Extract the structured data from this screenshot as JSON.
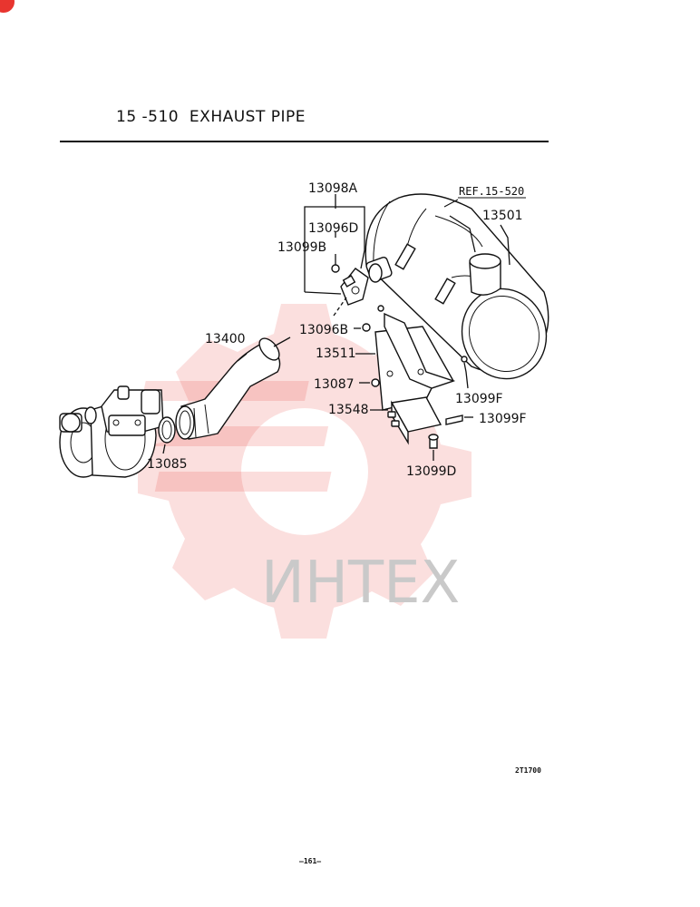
{
  "header": {
    "title": "15 -510  EXHAUST PIPE"
  },
  "reference": {
    "label": "REF.15-520"
  },
  "parts": {
    "p13098A": "13098A",
    "p13096D": "13096D",
    "p13099B": "13099B",
    "p13501": "13501",
    "p13400": "13400",
    "p13096B": "13096B",
    "p13511": "13511",
    "p13087": "13087",
    "p13099F_upper": "13099F",
    "p13548": "13548",
    "p13099F_lower": "13099F",
    "p13085": "13085",
    "p13099D": "13099D"
  },
  "watermark": {
    "text": "ИНТЕХ",
    "color": "#e8352f"
  },
  "footer": {
    "drawing_code": "2T1700",
    "page_number": "—161—"
  }
}
